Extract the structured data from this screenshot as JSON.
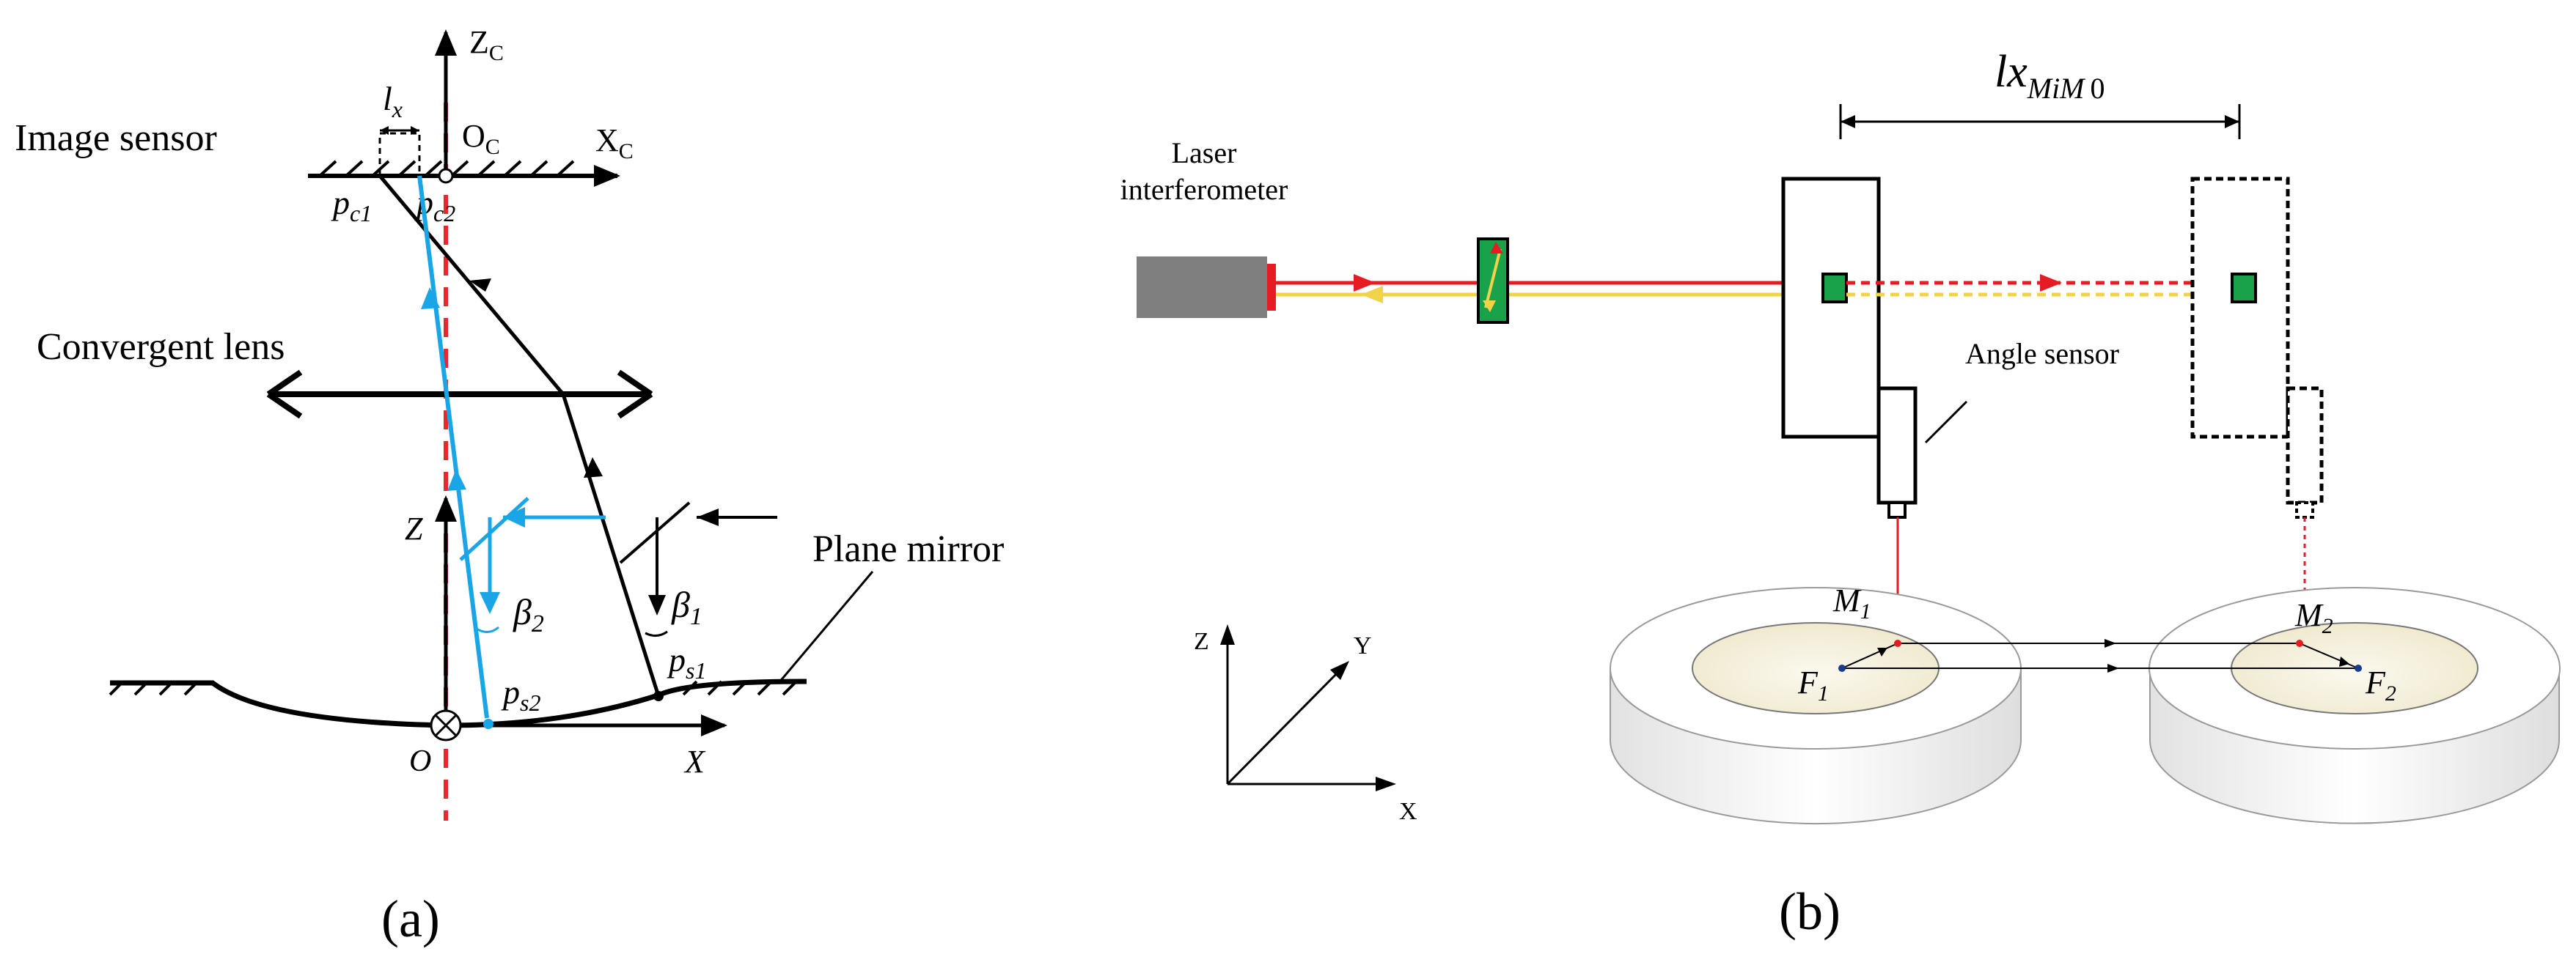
{
  "panel_a": {
    "caption": "(a)",
    "labels": {
      "image_sensor": "Image sensor",
      "convergent_lens": "Convergent lens",
      "plane_mirror": "Plane mirror",
      "zc": "Z",
      "zc_sub": "C",
      "xc": "X",
      "xc_sub": "C",
      "oc": "O",
      "oc_sub": "C",
      "lx": "l",
      "lx_sub": "x",
      "pc1": "p",
      "pc1_sub": "c1",
      "pc2": "p",
      "pc2_sub": "c2",
      "z": "Z",
      "x": "X",
      "o": "O",
      "beta1": "β",
      "beta1_sub": "1",
      "beta2": "β",
      "beta2_sub": "2",
      "ps1": "p",
      "ps1_sub": "s1",
      "ps2": "p",
      "ps2_sub": "s2"
    }
  },
  "panel_b": {
    "caption": "(b)",
    "labels": {
      "laser_line1": "Laser",
      "laser_line2": "interferometer",
      "angle_sensor": "Angle sensor",
      "distance": "lx",
      "distance_sub": "MiM",
      "distance_sub2": "0",
      "m1": "M",
      "m1_sub": "1",
      "m2": "M",
      "m2_sub": "2",
      "f1": "F",
      "f1_sub": "1",
      "f2": "F",
      "f2_sub": "2",
      "axis_z": "Z",
      "axis_y": "Y",
      "axis_x": "X"
    }
  },
  "colors": {
    "black": "#000000",
    "red_dashed": "#e8262b",
    "cyan_ray": "#1aa6e6",
    "laser_red": "#e51c23",
    "laser_yellow": "#f1d34a",
    "laser_body": "#7f7f7f",
    "green": "#19a24a",
    "disk_inner": "#f4f0dc"
  }
}
